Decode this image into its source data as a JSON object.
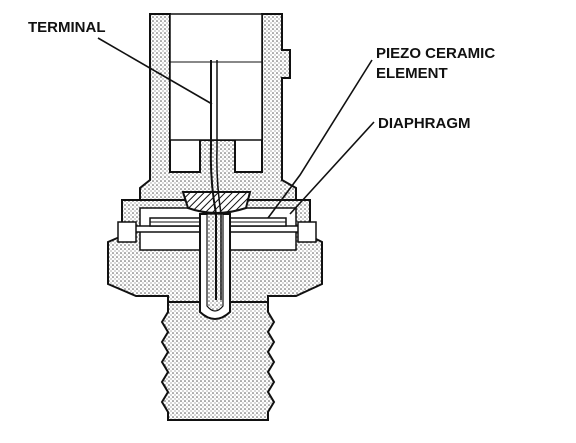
{
  "labels": {
    "terminal": "TERMINAL",
    "piezo_line1": "PIEZO CERAMIC",
    "piezo_line2": "ELEMENT",
    "diaphragm": "DIAPHRAGM"
  },
  "colors": {
    "ink": "#111111",
    "stipple": "#b8b8b8",
    "background": "#ffffff"
  }
}
